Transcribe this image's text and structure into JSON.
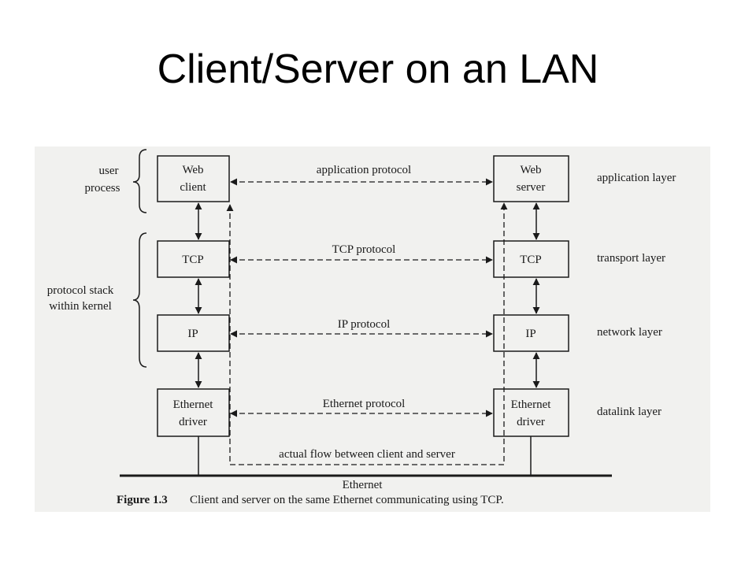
{
  "slide": {
    "title": "Client/Server on an LAN"
  },
  "diagram": {
    "boxes": {
      "web_client": [
        "Web",
        "client"
      ],
      "web_server": [
        "Web",
        "server"
      ],
      "tcp_left": "TCP",
      "tcp_right": "TCP",
      "ip_left": "IP",
      "ip_right": "IP",
      "eth_left": [
        "Ethernet",
        "driver"
      ],
      "eth_right": [
        "Ethernet",
        "driver"
      ]
    },
    "protocols": {
      "application": "application protocol",
      "tcp": "TCP protocol",
      "ip": "IP protocol",
      "ethernet": "Ethernet protocol"
    },
    "left_labels": {
      "user_process": [
        "user",
        "process"
      ],
      "protocol_stack": [
        "protocol stack",
        "within kernel"
      ]
    },
    "layers": {
      "application": "application layer",
      "transport": "transport layer",
      "network": "network layer",
      "datalink": "datalink layer"
    },
    "actual_flow": "actual flow between client and server",
    "bus_label": "Ethernet",
    "caption": {
      "number": "Figure 1.3",
      "text": "Client and server on the same Ethernet communicating using TCP."
    }
  }
}
